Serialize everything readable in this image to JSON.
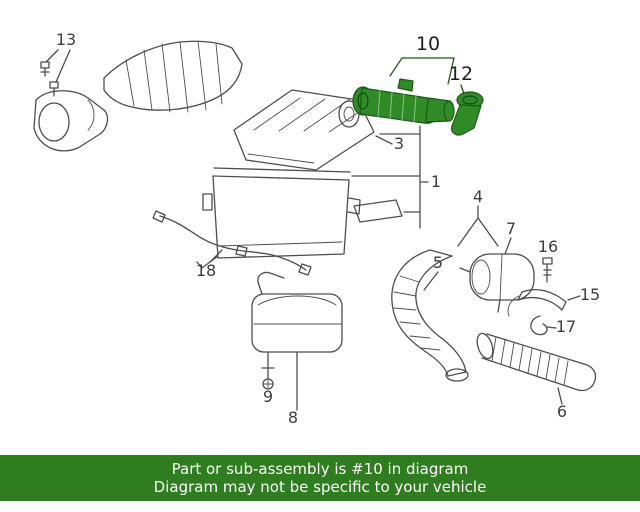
{
  "callouts": [
    {
      "label": "13"
    },
    {
      "label": "10"
    },
    {
      "label": "12"
    },
    {
      "label": "3"
    },
    {
      "label": "1"
    },
    {
      "label": "4"
    },
    {
      "label": "7"
    },
    {
      "label": "16"
    },
    {
      "label": "5"
    },
    {
      "label": "15"
    },
    {
      "label": "18"
    },
    {
      "label": "17"
    },
    {
      "label": "9"
    },
    {
      "label": "8"
    },
    {
      "label": "6"
    }
  ],
  "highlighted_callouts": [
    "10",
    "12"
  ],
  "banner": {
    "line1": "Part or sub-assembly is #10 in diagram",
    "line2": "Diagram may not be specific to your vehicle"
  },
  "colors": {
    "highlight": "#2f8b25",
    "highlight_stroke": "#1c5a14",
    "line": "#4d4d4d",
    "banner_bg": "#2e7d1f",
    "banner_text": "#ffffff"
  }
}
